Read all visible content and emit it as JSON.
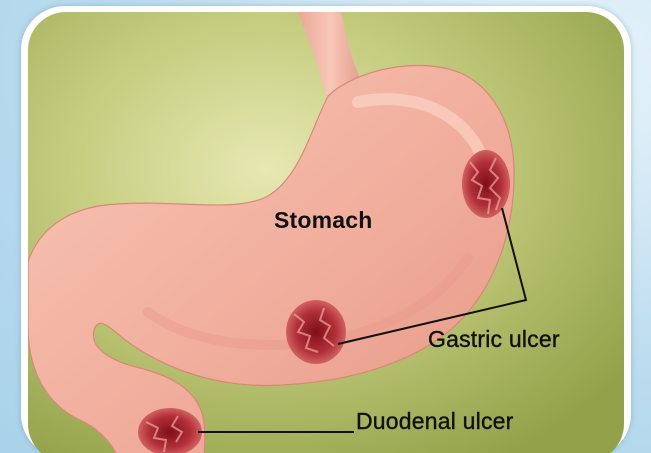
{
  "diagram": {
    "labels": {
      "stomach": "Stomach",
      "gastric_ulcer": "Gastric ulcer",
      "duodenal_ulcer": "Duodenal ulcer"
    },
    "colors": {
      "background_green": "#b8c46a",
      "stomach_fill": "#f2b0a0",
      "ulcer": "#a3222a",
      "leader_line": "#111111"
    }
  }
}
